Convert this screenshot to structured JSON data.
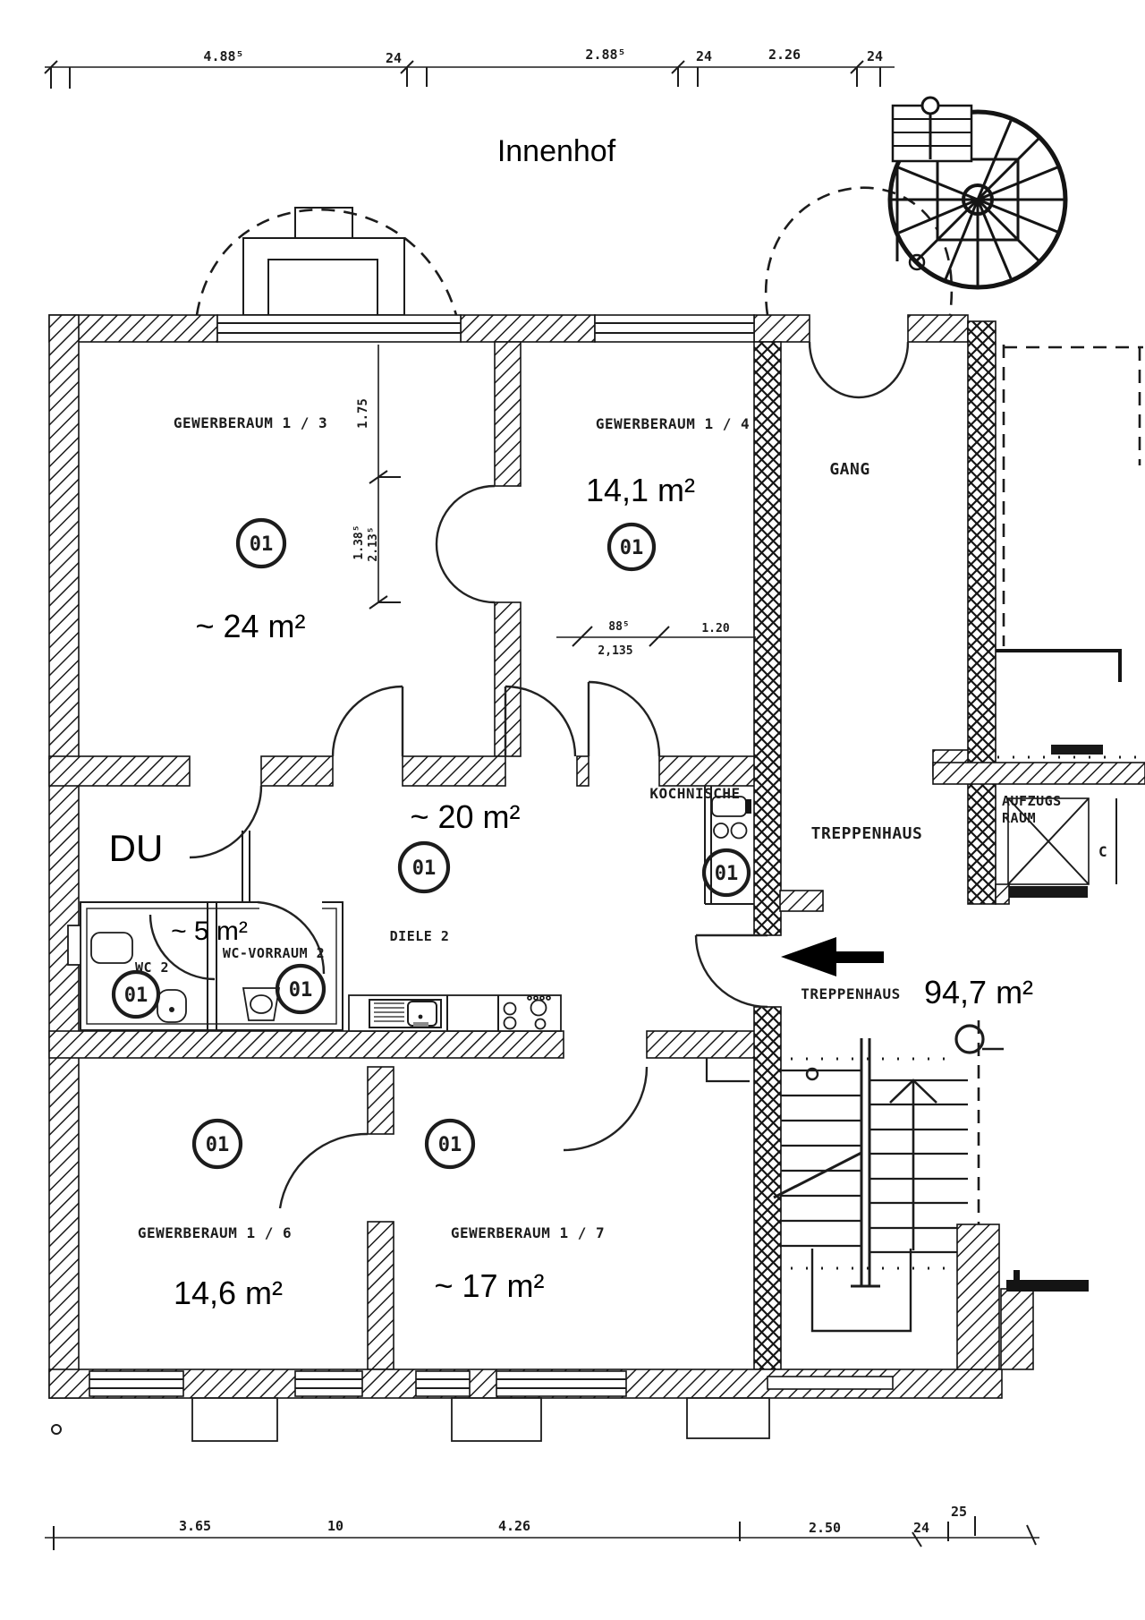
{
  "colors": {
    "paper": "#ffffff",
    "ink": "#1c1c1c",
    "annotation": "#000000"
  },
  "texts": {
    "innenhof": "Innenhof",
    "g13_label": "GEWERBERAUM 1 / 3",
    "g13_area": "~ 24 m²",
    "g14_label": "GEWERBERAUM 1 / 4",
    "g14_area": "14,1 m²",
    "gang": "GANG",
    "treppenhaus_upper": "TREPPENHAUS",
    "treppenhaus_lower": "TREPPENHAUS",
    "treppenhaus_area": "94,7 m²",
    "aufzug_line1": "AUFZUGS",
    "aufzug_line2": "RAUM",
    "c_cut": "C",
    "kochnische": "KOCHNISCHE",
    "diele": "DIELE 2",
    "diele_area": "~ 20 m²",
    "du": "DU",
    "du_area": "~ 5 m²",
    "wc2": "WC 2",
    "wc_vorraum": "WC-VORRAUM 2",
    "g16_label": "GEWERBERAUM 1 / 6",
    "g16_area": "14,6 m²",
    "g17_label": "GEWERBERAUM 1 / 7",
    "g17_area": "~ 17 m²",
    "unit": "01"
  },
  "dims": {
    "top": [
      "4.88⁵",
      "24",
      "2.88⁵",
      "24",
      "2.26",
      "24"
    ],
    "bottom": [
      "3.65",
      "10",
      "4.26",
      "2.50",
      "24",
      "25"
    ],
    "v1": "1.75",
    "v2": "1.38⁵",
    "v3": "2.13⁵",
    "h1": "88⁵",
    "h2": "2,135",
    "h3": "1.20"
  }
}
